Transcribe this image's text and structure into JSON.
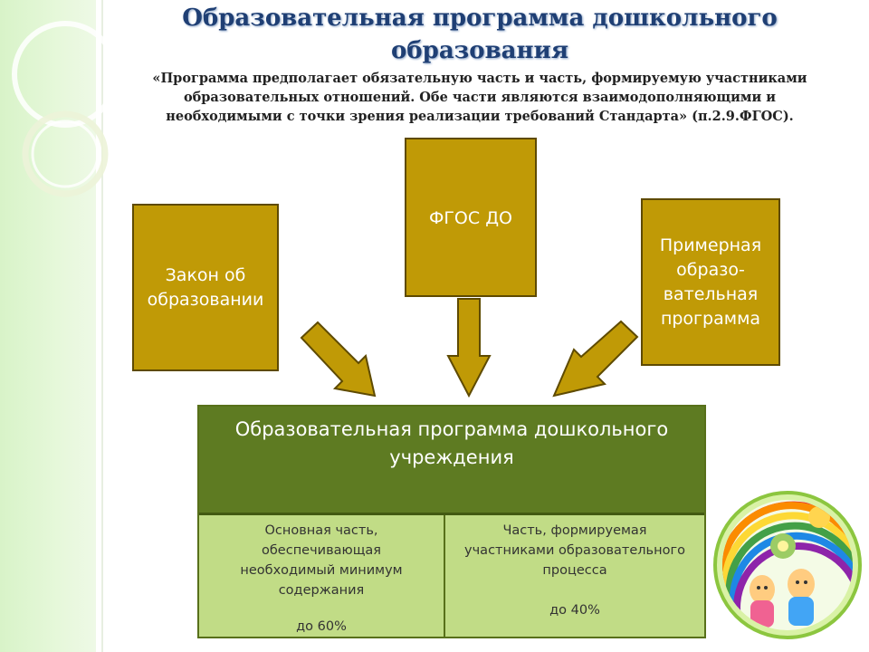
{
  "title": "Образовательная программа дошкольного образования",
  "quote": "«Программа предполагает обязательную часть и часть, формируемую участниками образовательных отношений. Обе части являются взаимодополняющими и необходимыми с точки зрения реализации требований Стандарта» (п.2.9.ФГОС).",
  "sources": {
    "law": "Закон об образовании",
    "fgos": "ФГОС ДО",
    "sample": "Примерная образо-вательная программа"
  },
  "main": {
    "title": "Образовательная программа дошкольного учреждения",
    "core_desc": "Основная часть, обеспечивающая необходимый минимум содержания",
    "core_share": "до 60%",
    "part_desc": "Часть, формируемая участниками образовательного процесса",
    "part_share": "до 40%"
  },
  "colors": {
    "source_box": "#c09a06",
    "main_header": "#5e7b22",
    "main_cells": "#c1dc86",
    "title": "#1f3f74",
    "side_band": "#d8f3c8"
  },
  "icons": [
    "rainbow-kids-emblem"
  ]
}
